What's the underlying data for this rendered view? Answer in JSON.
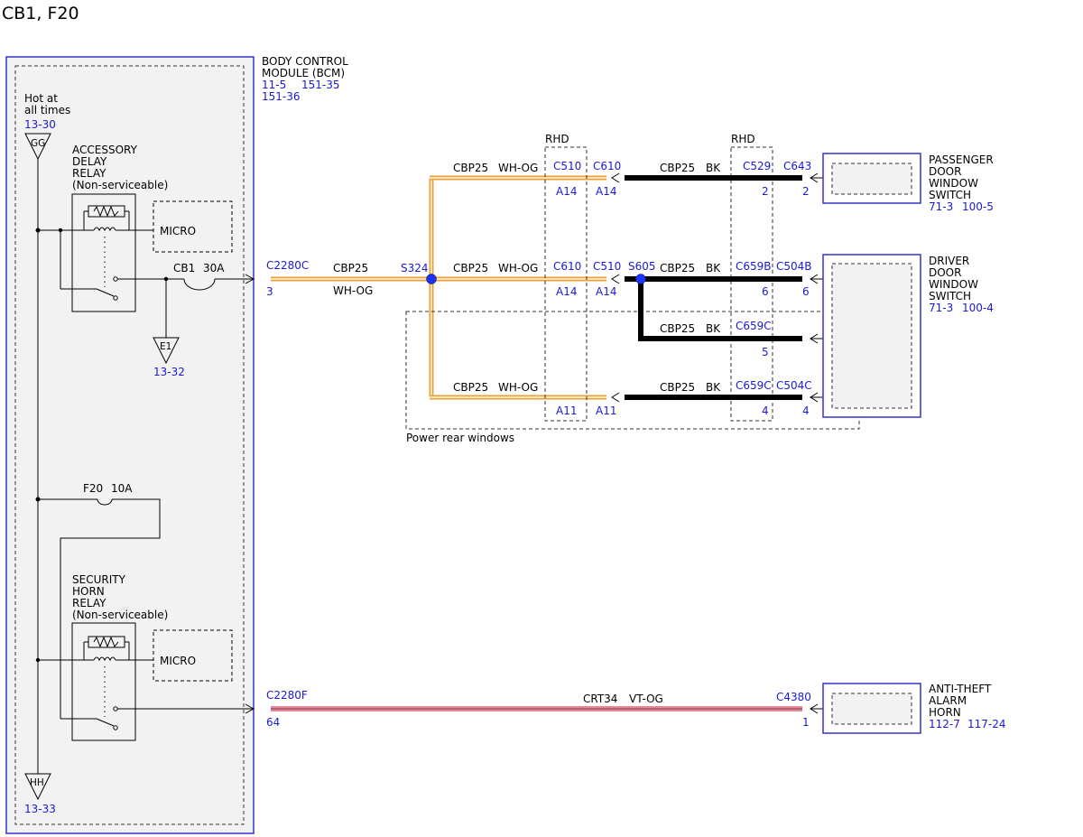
{
  "title": "CB1, F20",
  "colors": {
    "box_border": "#3333cc",
    "ref_text": "#1a1ad6",
    "wire_wh_og": "#e8a23c",
    "wire_bk": "#000000",
    "wire_vt_og": "#e8889a",
    "splice_dot": "#1a33ff",
    "box_fill": "#f2f2f2"
  },
  "bcm": {
    "label_lines": [
      "BODY CONTROL",
      "MODULE (BCM)"
    ],
    "refs_line1": [
      "11-5",
      "151-35"
    ],
    "refs_line2": "151-36",
    "hot_lines": [
      "Hot at",
      "all times"
    ],
    "hot_ref": "13-30",
    "top_terminal": "GG",
    "bottom_terminal": "HH",
    "bottom_ref": "13-33",
    "relay1_lines": [
      "ACCESSORY",
      "DELAY",
      "RELAY",
      "(Non-serviceable)"
    ],
    "micro1": "MICRO",
    "cb1_label": "CB1",
    "cb1_rating": "30A",
    "ground": "E1",
    "ground_ref": "13-32",
    "f20_label": "F20",
    "f20_rating": "10A",
    "relay2_lines": [
      "SECURITY",
      "HORN",
      "RELAY",
      "(Non-serviceable)"
    ],
    "micro2": "MICRO"
  },
  "connectors": {
    "c2280c": "C2280C",
    "c2280c_pin": "3",
    "c2280f": "C2280F",
    "c2280f_pin": "64",
    "s324": "S324",
    "s605": "S605",
    "rhd": "RHD"
  },
  "wires": {
    "main_circuit": "CBP25",
    "main_color": "WH-OG",
    "bk_color": "BK",
    "horn_circuit": "CRT34",
    "horn_color": "VT-OG"
  },
  "rows": {
    "top": {
      "c1": "C510",
      "c2": "C610",
      "p1": "A14",
      "p2": "A14",
      "c3": "C529",
      "c4": "C643",
      "p3": "2",
      "p4": "2"
    },
    "mid": {
      "c1": "C610",
      "c2": "C510",
      "p1": "A14",
      "p2": "A14",
      "c3": "C659B",
      "c4": "C504B",
      "p3": "6",
      "p4": "6"
    },
    "r3": {
      "c3": "C659C",
      "p3": "5"
    },
    "bot": {
      "p1": "A11",
      "p2": "A11",
      "c3": "C659C",
      "c4": "C504C",
      "p3": "4",
      "p4": "4"
    }
  },
  "power_rear_windows": "Power rear windows",
  "passenger_switch": {
    "lines": [
      "PASSENGER",
      "DOOR",
      "WINDOW",
      "SWITCH"
    ],
    "refs": [
      "71-3",
      "100-5"
    ]
  },
  "driver_switch": {
    "lines": [
      "DRIVER",
      "DOOR",
      "WINDOW",
      "SWITCH"
    ],
    "refs": [
      "71-3",
      "100-4"
    ]
  },
  "horn": {
    "connector": "C4380",
    "pin": "1",
    "lines": [
      "ANTI-THEFT",
      "ALARM",
      "HORN"
    ],
    "refs": [
      "112-7",
      "117-24"
    ]
  }
}
